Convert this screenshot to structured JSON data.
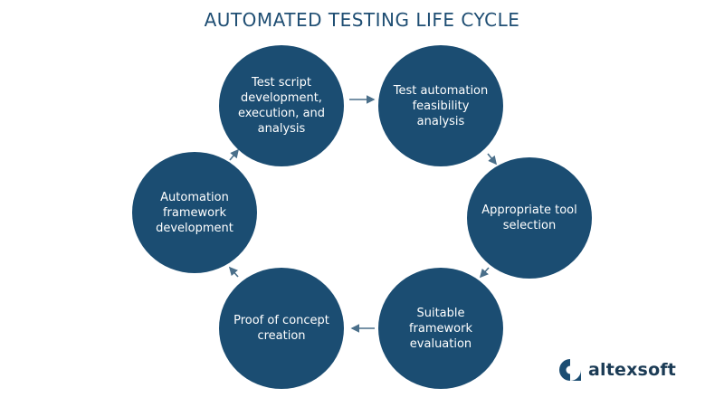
{
  "title": "AUTOMATED TESTING LIFE CYCLE",
  "colors": {
    "node": "#1b4d72",
    "title": "#1f4e73",
    "arrow": "#4a6f8a"
  },
  "steps": [
    {
      "label": "Test script\ndevelopment,\nexecution, and\nanalysis"
    },
    {
      "label": "Test automation\nfeasibility analysis"
    },
    {
      "label": "Appropriate tool\nselection"
    },
    {
      "label": "Suitable framework\nevaluation"
    },
    {
      "label": "Proof of concept\ncreation"
    },
    {
      "label": "Automation\nframework\ndevelopment"
    }
  ],
  "logo": {
    "text": "altexsoft",
    "icon": "altexsoft-logo-icon"
  }
}
